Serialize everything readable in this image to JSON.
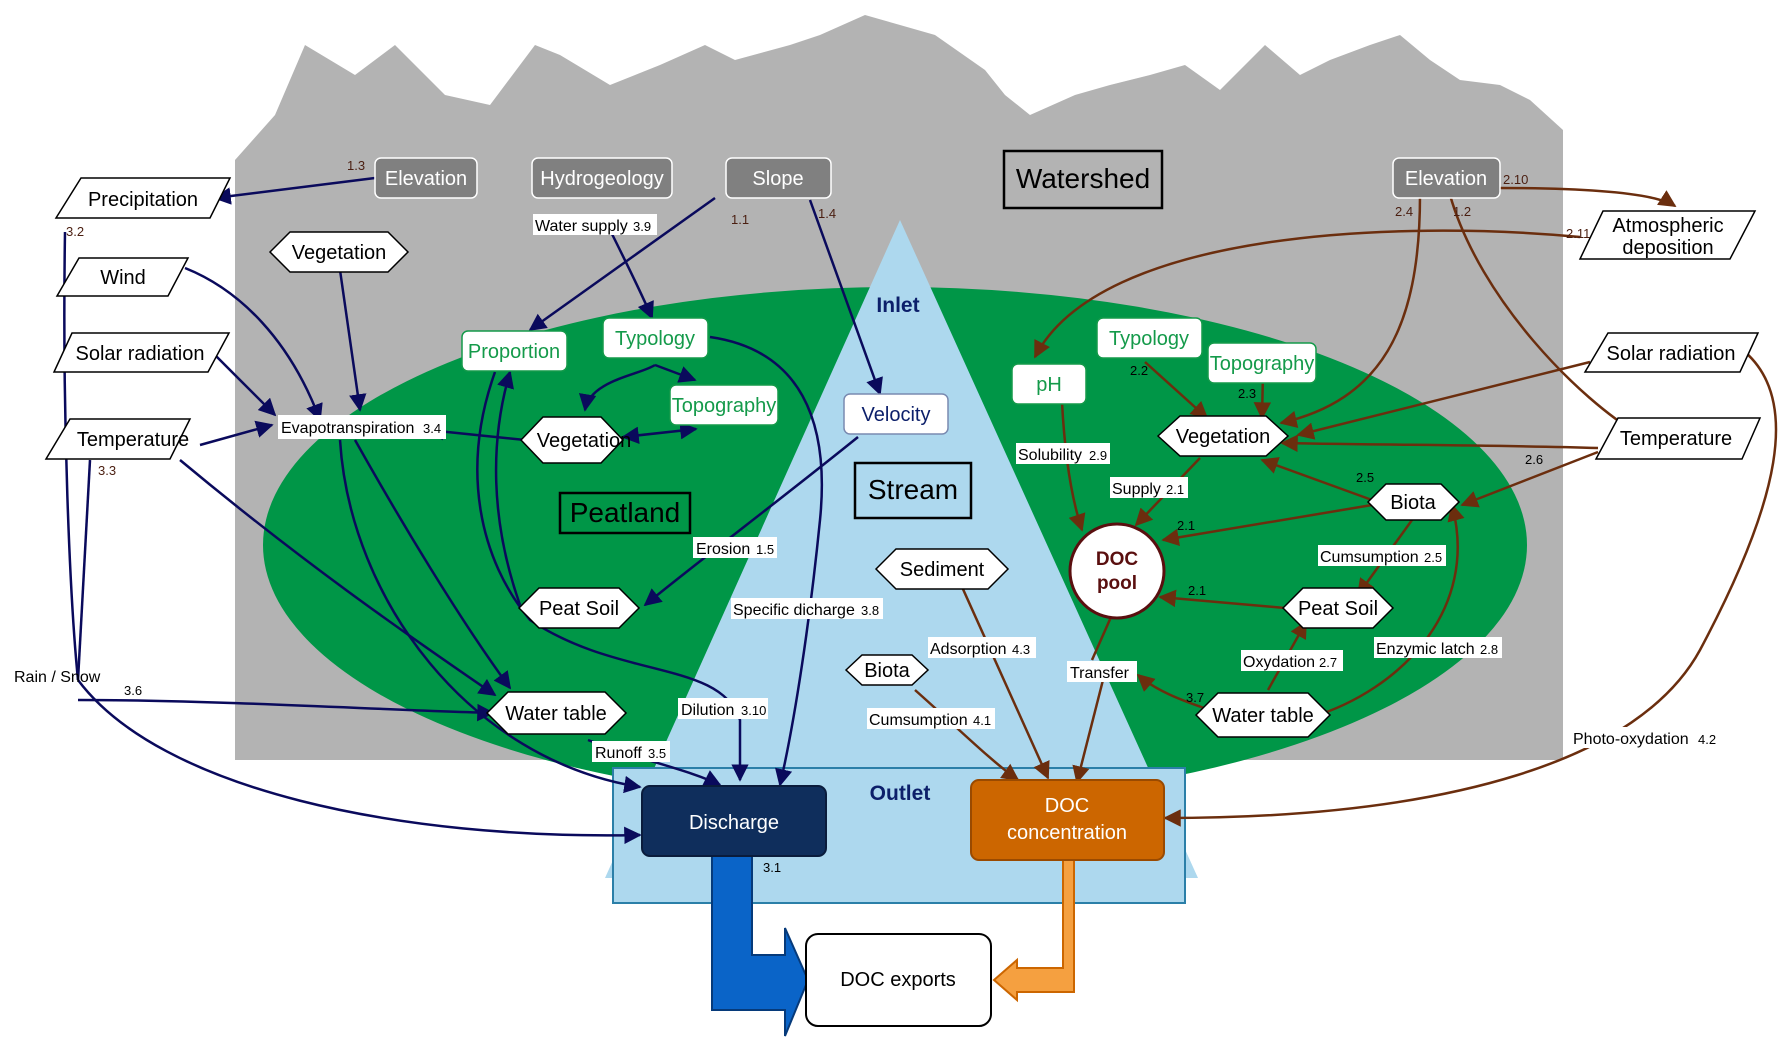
{
  "zones": {
    "watershed": "Watershed",
    "peatland": "Peatland",
    "stream": "Stream",
    "inlet": "Inlet",
    "outlet": "Outlet"
  },
  "left": {
    "elevation": "Elevation",
    "hydrogeology": "Hydrogeology",
    "slope": "Slope",
    "precipitation": "Precipitation",
    "wind": "Wind",
    "solar_radiation": "Solar radiation",
    "temperature": "Temperature",
    "rain_snow": "Rain / Snow",
    "vegetation_top": "Vegetation",
    "evapotranspiration": "Evapotranspiration",
    "proportion": "Proportion",
    "typology": "Typology",
    "topography": "Topography",
    "vegetation": "Vegetation",
    "peat_soil": "Peat Soil",
    "water_table": "Water table",
    "water_supply": "Water supply"
  },
  "stream": {
    "velocity": "Velocity",
    "erosion": "Erosion",
    "specific_discharge": "Specific dicharge",
    "sediment": "Sediment",
    "adsorption": "Adsorption",
    "biota": "Biota",
    "consumption": "Cumsumption",
    "dilution": "Dilution",
    "runoff": "Runoff",
    "transfer": "Transfer"
  },
  "right": {
    "elevation": "Elevation",
    "atmospheric_deposition_1": "Atmospheric",
    "atmospheric_deposition_2": "deposition",
    "solar_radiation": "Solar radiation",
    "temperature": "Temperature",
    "typology": "Typology",
    "topography": "Topography",
    "ph": "pH",
    "vegetation": "Vegetation",
    "solubility": "Solubility",
    "supply": "Supply",
    "biota": "Biota",
    "doc_pool_1": "DOC",
    "doc_pool_2": "pool",
    "consumption": "Cumsumption",
    "peat_soil": "Peat Soil",
    "oxydation": "Oxydation",
    "enzymic_latch": "Enzymic latch",
    "water_table": "Water table",
    "photo_oxydation": "Photo-oxydation"
  },
  "outputs": {
    "discharge": "Discharge",
    "doc_concentration_1": "DOC",
    "doc_concentration_2": "concentration",
    "doc_exports": "DOC exports"
  },
  "numbers": {
    "n1_1": "1.1",
    "n1_2": "1.2",
    "n1_3": "1.3",
    "n1_4": "1.4",
    "n1_5": "1.5",
    "n2_1a": "2.1",
    "n2_1b": "2.1",
    "n2_1c": "2.1",
    "n2_2": "2.2",
    "n2_3": "2.3",
    "n2_4": "2.4",
    "n2_5a": "2.5",
    "n2_5b": "2.5",
    "n2_6": "2.6",
    "n2_7": "2.7",
    "n2_8": "2.8",
    "n2_9": "2.9",
    "n2_10": "2.10",
    "n2_11": "2.11",
    "n3_1": "3.1",
    "n3_2": "3.2",
    "n3_3": "3.3",
    "n3_4": "3.4",
    "n3_5": "3.5",
    "n3_6": "3.6",
    "n3_7": "3.7",
    "n3_8": "3.8",
    "n3_9": "3.9",
    "n3_10": "3.10",
    "n4_1": "4.1",
    "n4_2": "4.2",
    "n4_3": "4.3"
  },
  "colors": {
    "mountain": "#b3b3b3",
    "peatland": "#009647",
    "stream": "#add8ee",
    "node_gray": "#808080",
    "green_text": "#149a4a",
    "navy_arrow": "#0a0a5c",
    "brown_arrow": "#6b2e0e",
    "discharge": "#0f2e5c",
    "doc_concentration": "#cc6600",
    "export_blue": "#0a64c8",
    "export_orange": "#f5a040"
  }
}
